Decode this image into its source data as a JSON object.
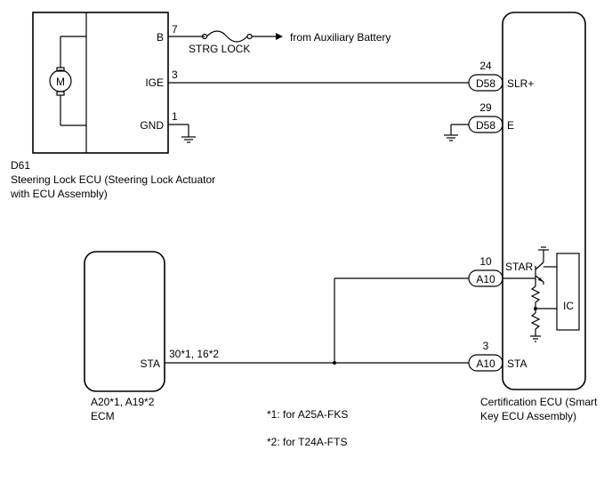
{
  "steering_ecu": {
    "pin_b": {
      "name": "B",
      "num": "7"
    },
    "pin_ige": {
      "name": "IGE",
      "num": "3"
    },
    "pin_gnd": {
      "name": "GND",
      "num": "1"
    },
    "motor_label": "M",
    "code": "D61",
    "desc_line1": "Steering Lock ECU (Steering Lock Actuator",
    "desc_line2": "with ECU Assembly)"
  },
  "fuse": {
    "label": "STRG LOCK",
    "source": "from Auxiliary Battery"
  },
  "ecm": {
    "pin_sta": "STA",
    "pin_nums": "30*1, 16*2",
    "code": "A20*1, A19*2",
    "name": "ECM"
  },
  "cert_ecu": {
    "pins": [
      {
        "num": "24",
        "connector": "D58",
        "name": "SLR+"
      },
      {
        "num": "29",
        "connector": "D58",
        "name": "E"
      },
      {
        "num": "10",
        "connector": "A10",
        "name": "STAR"
      },
      {
        "num": "3",
        "connector": "A10",
        "name": "STA"
      }
    ],
    "ic_label": "IC",
    "desc_line1": "Certification ECU (Smart",
    "desc_line2": "Key ECU Assembly)"
  },
  "notes": [
    "*1: for A25A-FKS",
    "*2: for T24A-FTS"
  ]
}
